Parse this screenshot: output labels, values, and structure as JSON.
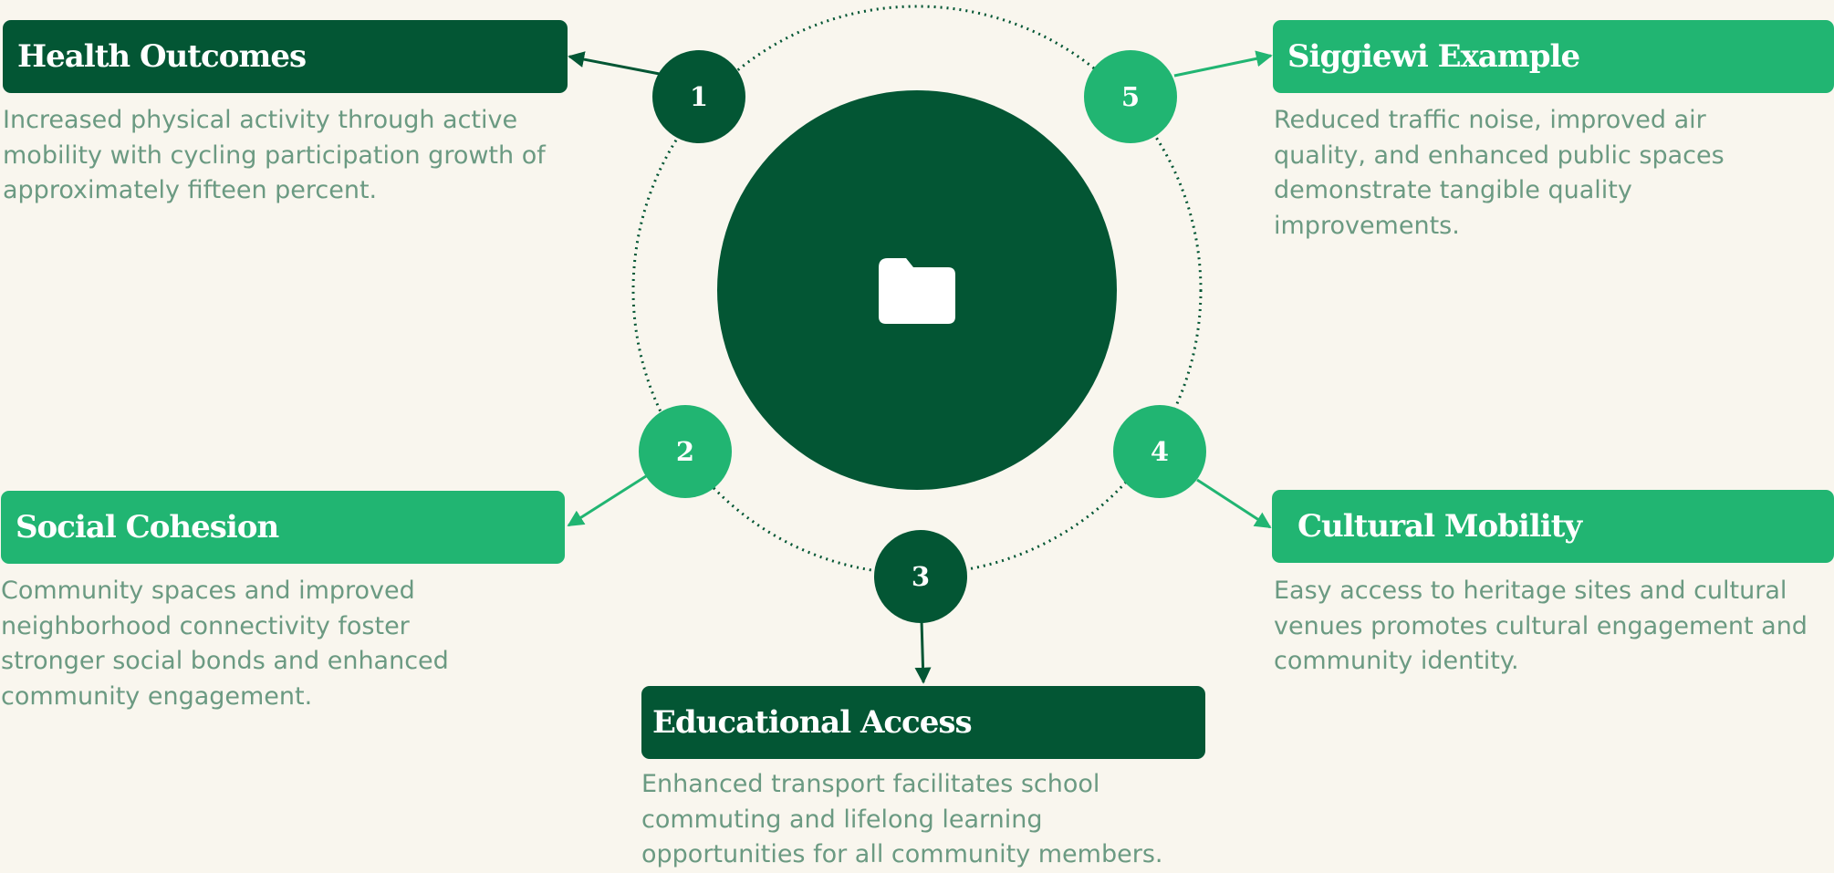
{
  "center": {
    "icon": "folder-icon"
  },
  "colors": {
    "dark": "#035634",
    "light": "#21b572",
    "text": "#6b9a82",
    "background": "#f9f6ee"
  },
  "nodes": [
    {
      "number": "1",
      "title": "Health Outcomes",
      "description": "Increased physical activity through active mobility with cycling participation growth of approximately fifteen percent."
    },
    {
      "number": "2",
      "title": "Social Cohesion",
      "description": "Community spaces and improved neighborhood connectivity foster stronger social bonds and enhanced community engagement."
    },
    {
      "number": "3",
      "title": "Educational Access",
      "description": "Enhanced transport facilitates school commuting and lifelong learning opportunities for all community members."
    },
    {
      "number": "4",
      "title": "Cultural Mobility",
      "description": "Easy access to heritage sites and cultural venues promotes cultural engagement and community identity."
    },
    {
      "number": "5",
      "title": "Siggiewi Example",
      "description": "Reduced traffic noise, improved air quality, and enhanced public spaces demonstrate tangible quality improvements."
    }
  ]
}
